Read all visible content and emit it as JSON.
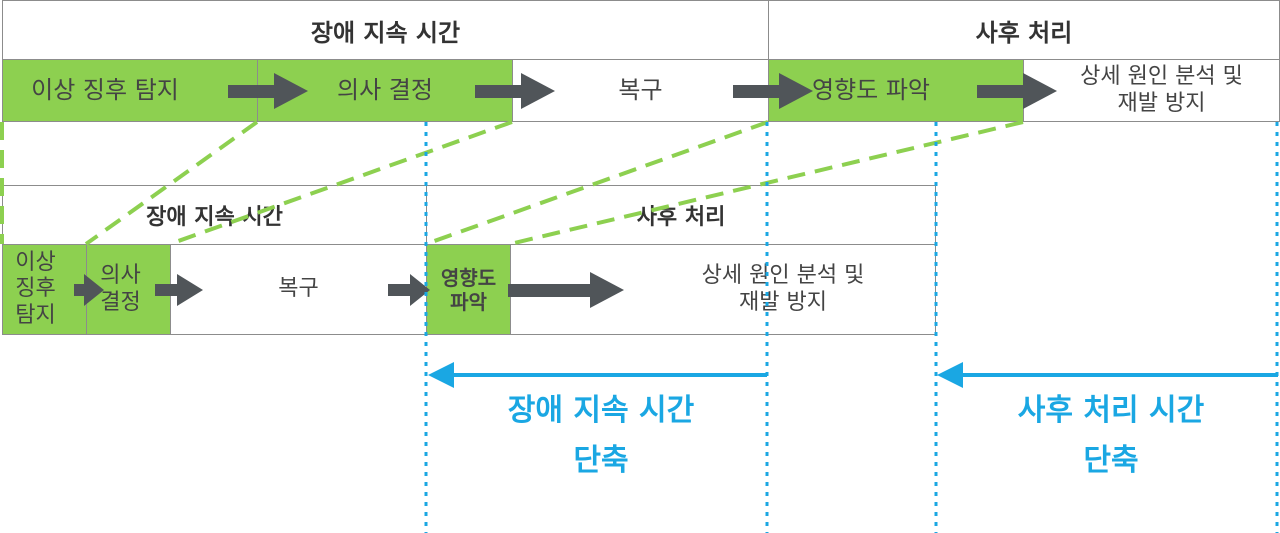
{
  "top": {
    "header_outage": "장애 지속 시간",
    "header_post": "사후 처리",
    "steps": [
      "이상 징후 탐지",
      "의사 결정",
      "복구",
      "영향도 파악",
      "상세 원인 분석 및\n재발 방지"
    ]
  },
  "bottom": {
    "header_outage": "장애 지속 시간",
    "header_post": "사후 처리",
    "steps": [
      "이상\n징후\n탐지",
      "의사\n결정",
      "복구",
      "영향도\n파악",
      "상세 원인 분석 및\n재발 방지"
    ]
  },
  "callouts": {
    "outage_line1": "장애 지속 시간",
    "outage_line2": "단축",
    "post_line1": "사후 처리 시간",
    "post_line2": "단축"
  },
  "colors": {
    "green": "#8dd050",
    "arrow": "#505559",
    "blue": "#1aa7e3",
    "border": "#8c8c8c"
  }
}
